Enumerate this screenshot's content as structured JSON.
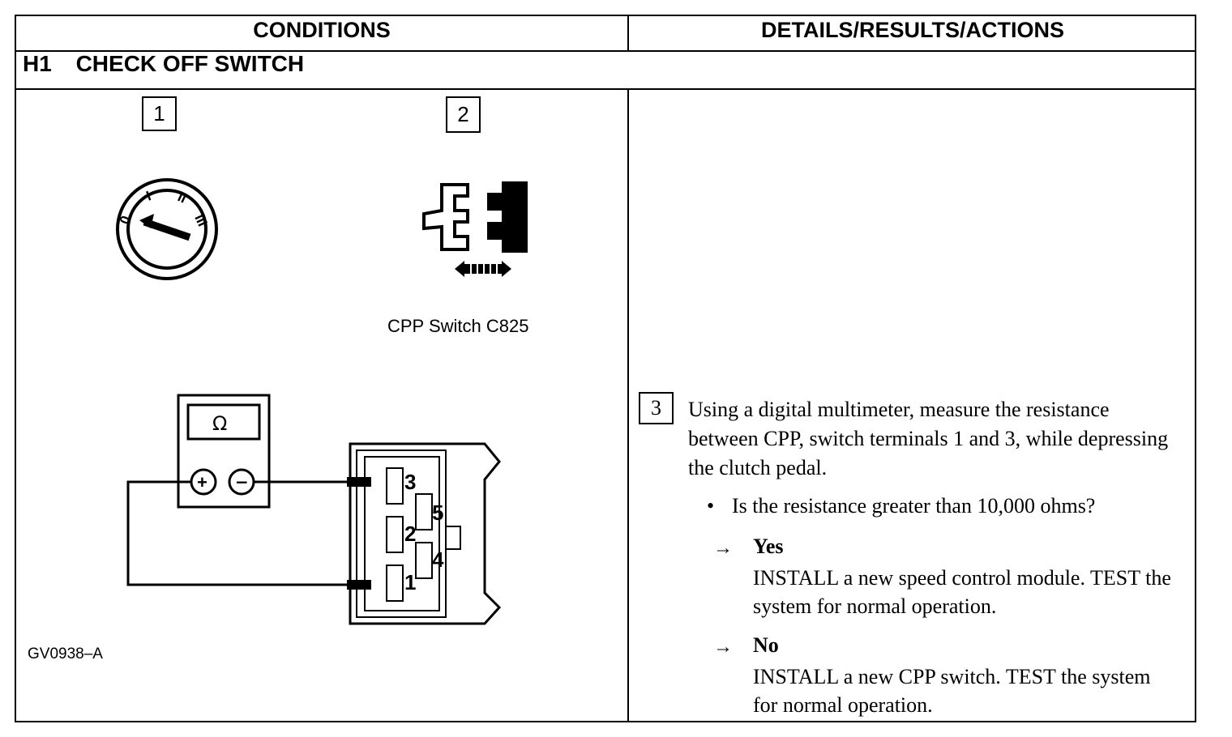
{
  "header": {
    "col_conditions": "CONDITIONS",
    "col_details": "DETAILS/RESULTS/ACTIONS"
  },
  "test_step": {
    "code": "H1",
    "title": "CHECK OFF SWITCH"
  },
  "figure": {
    "step1_number": "1",
    "step2_number": "2",
    "ignition_positions": [
      "0",
      "I",
      "II",
      "III"
    ],
    "cpp_label": "CPP Switch C825",
    "meter_symbol": "Ω",
    "meter_plus": "+",
    "meter_minus": "−",
    "terminals": [
      "3",
      "5",
      "2",
      "4",
      "1"
    ],
    "figure_id": "GV0938–A"
  },
  "details": {
    "step3_number": "3",
    "step3_text": "Using a digital multimeter, measure the resistance between CPP, switch terminals 1 and 3, while depressing the clutch pedal.",
    "bullet": "•",
    "question": "Is the resistance greater than 10,000 ohms?",
    "arrow": "→",
    "yes_label": "Yes",
    "yes_text": "INSTALL a new speed control module. TEST the system for normal operation.",
    "no_label": "No",
    "no_text": "INSTALL a new CPP switch. TEST the system for normal operation."
  }
}
